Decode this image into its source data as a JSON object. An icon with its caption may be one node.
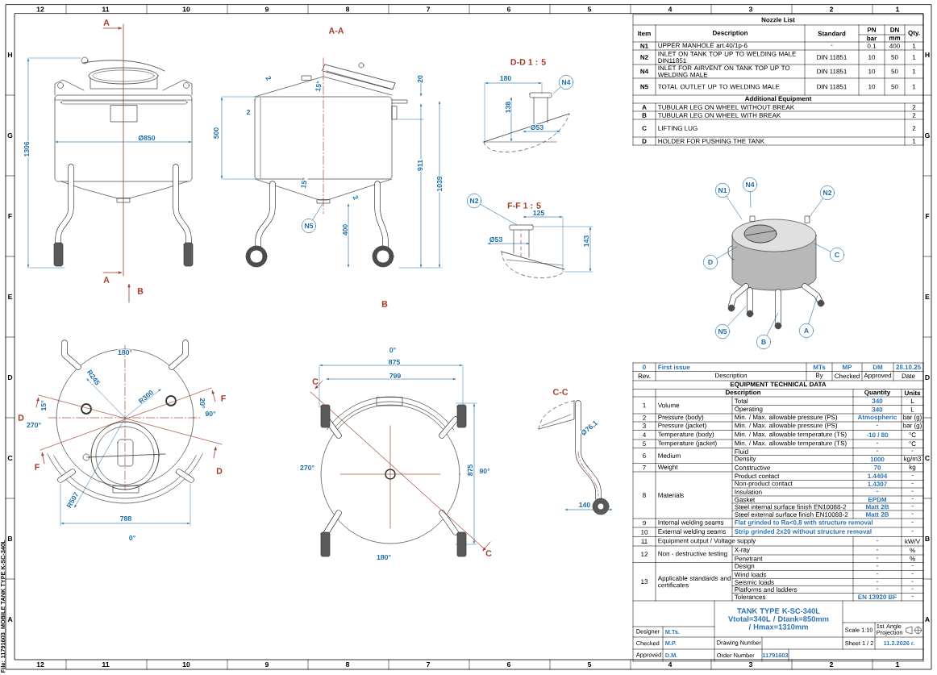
{
  "diagram": {
    "nodes": [
      {
        "text": [
          "N5"
        ]
      },
      {
        "text": [
          "N4"
        ]
      },
      {
        "text": [
          "N2"
        ]
      },
      {
        "text": [
          "N1"
        ]
      },
      {
        "text": [
          "N4"
        ]
      },
      {
        "text": [
          "N2"
        ]
      },
      {
        "text": [
          "C"
        ]
      },
      {
        "text": [
          "D"
        ]
      },
      {
        "text": [
          "N5"
        ]
      },
      {
        "text": [
          "A"
        ]
      },
      {
        "text": [
          "B"
        ]
      },
      {
        "text": [],
        "shape": "picture"
      }
    ],
    "edges": [
      {
        "from": 0,
        "to": null,
        "arrow": "none"
      },
      {
        "from": 1,
        "to": null,
        "arrow": "none"
      },
      {
        "from": 2,
        "to": 11,
        "arrow": "none"
      },
      {
        "from": 3,
        "to": null,
        "arrow": "none"
      },
      {
        "from": 4,
        "to": null,
        "arrow": "none"
      },
      {
        "from": 5,
        "to": null,
        "arrow": "none"
      },
      {
        "from": 6,
        "to": null,
        "arrow": "none"
      },
      {
        "from": 7,
        "to": null,
        "arrow": "none"
      },
      {
        "from": 8,
        "to": null,
        "arrow": "none"
      },
      {
        "from": 9,
        "to": null,
        "arrow": "none"
      },
      {
        "from": 10,
        "to": null,
        "arrow": "none"
      }
    ],
    "labels": [
      "12",
      "11",
      "10",
      "9",
      "8",
      "7",
      "6",
      "5",
      "4",
      "3",
      "2",
      "1",
      "H",
      "G",
      "F",
      "E",
      "D",
      "C",
      "B",
      "A",
      "H",
      "G",
      "F",
      "E",
      "D",
      "C",
      "B",
      "A",
      "12",
      "11",
      "10",
      "9",
      "8",
      "7",
      "6",
      "5",
      "4",
      "3",
      "2",
      "1",
      "File: 11791603_MOBILE TANK TYPE K-SC-340L",
      "A",
      "1306",
      "Ø850",
      "A",
      "B",
      "A-A",
      "2",
      "15°",
      "20",
      "2",
      "500",
      "911",
      "15°",
      "2",
      "1039",
      "400",
      "B",
      "D-D 1 : 5",
      "180",
      "138",
      "Ø53",
      "F-F 1 : 5",
      "125",
      "Ø53",
      "143",
      "180°",
      "R245",
      "R300",
      "15°",
      "20°",
      "F",
      "D",
      "270°",
      "90°",
      "F",
      "D",
      "R507",
      "788",
      "0°",
      "0°",
      "875",
      "799",
      "C",
      "270°",
      "875",
      "90°",
      "180°",
      "C",
      "C-C",
      "Ø76,1",
      "140",
      "Nozzle List",
      "Item",
      "Description",
      "Standard",
      "PN",
      "DN",
      "Qty.",
      "bar",
      "mm",
      "N1",
      "UPPER MANHOLE art.40/1p-6",
      "-",
      "0.1",
      "400",
      "1",
      "N2",
      "INLET ON TANK TOP UP TO WELDING MALE DIN11851",
      "DIN 11851",
      "10",
      "50",
      "1",
      "N4",
      "INLET FOR AIRVENT ON TANK TOP UP TO WELDING MALE",
      "DIN 11851",
      "10",
      "50",
      "1",
      "N5",
      "TOTAL OUTLET  UP TO WELDING MALE",
      "DIN 11851",
      "10",
      "50",
      "1",
      "Additional Equipment",
      "A",
      "TUBULAR LEG ON WHEEL WITHOUT BREAK",
      "2",
      "B",
      "TUBULAR LEG ON WHEEL WITH BREAK",
      "2",
      "C",
      "LIFTING LUG",
      "2",
      "D",
      "HOLDER FOR PUSHING THE TANK",
      "1",
      "0",
      "First issue",
      "MTs",
      "MP",
      "DM",
      "28.10.25",
      "Rev.",
      "Description",
      "By",
      "Checked",
      "Approved",
      "Date",
      "EQUIPMENT TECHNICAL DATA",
      "Description",
      "Quantity",
      "Units",
      "1",
      "Volume",
      "Total",
      "340",
      "L",
      "Operating",
      "340",
      "L",
      "2",
      "Pressure (body)",
      "Min. / Max. allowable pressure (PS)",
      "Atmospheric",
      "bar (g)",
      "3",
      "Pressure (jacket)",
      "Min. / Max. allowable pressure (PS)",
      "-",
      "bar (g)",
      "4",
      "Temperature (body)",
      "Min. / Max. allowable temperature (TS)",
      "-10 / 80",
      "°C",
      "5",
      "Temperature (jacket)",
      "Min. / Max. allowable temperature (TS)",
      "-",
      "°C",
      "6",
      "Medium",
      "Fluid",
      "-",
      "-",
      "Density",
      "1000",
      "kg/m3",
      "7",
      "Weight",
      "Constructive",
      "70",
      "kg",
      "8",
      "Materials",
      "Product contact",
      "1.4404",
      "-",
      "Non-product contact",
      "1.4307",
      "-",
      "Insulation",
      "-",
      "-",
      "Gasket",
      "EPDM",
      "-",
      "Steel internal surface finish EN10088-2",
      "Matt 2B",
      "-",
      "Steel external surface finish EN10088-2",
      "Matt 2B",
      "-",
      "9",
      "Internal welding seams",
      "Flat grinded to Ra<0,8 with structure removal",
      "-",
      "10",
      "External welding seams",
      "Strip grinded 2x20 without structure removal",
      "-",
      "11",
      "Equipment output / Voltage supply",
      "-",
      "kW/V",
      "12",
      "Non - destructive testing",
      "X-ray",
      "-",
      "%",
      "Penetrant",
      "-",
      "%",
      "13",
      "Applicable standards and certificates",
      "Design",
      "-",
      "-",
      "Wind loads",
      "-",
      "-",
      "Seismic loads",
      "-",
      "-",
      "Platforms and ladders",
      "-",
      "-",
      "Tolerances",
      "EN 13920 BF",
      "-",
      "TANK TYPE K-SC-340L Vtotal=340L / Dtank=850mm / Hmax=1310mm",
      "Designer",
      "M.Ts.",
      "Scale 1:10",
      "1st Angle Projection",
      "Checked",
      "M.P.",
      "Drawing Number",
      "Sheet 1 / 2",
      "11.2.2026 г.",
      "Approved",
      "D.M.",
      "Order Number",
      "11791603"
    ]
  }
}
